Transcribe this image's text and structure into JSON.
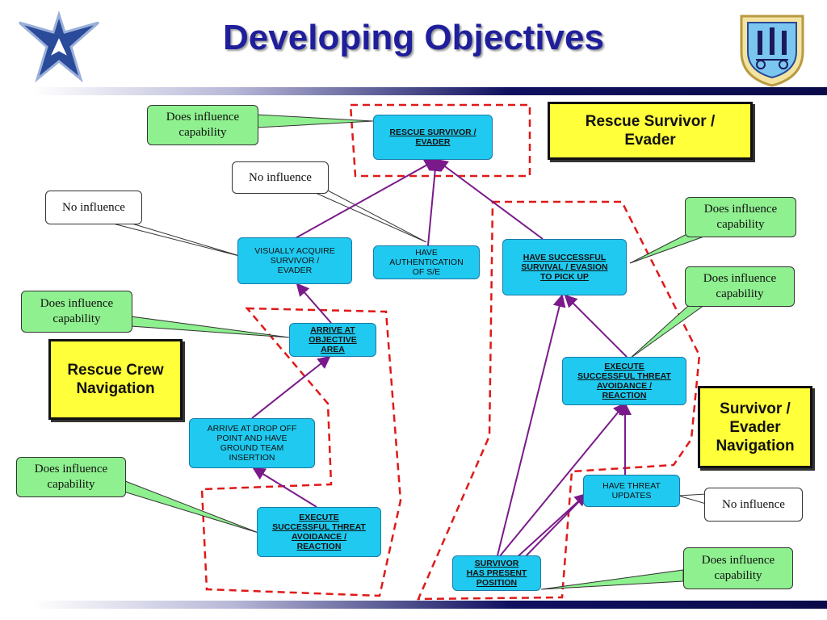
{
  "slide": {
    "title": "Developing Objectives"
  },
  "nodes": {
    "rescue": "RESCUE SURVIVOR /\nEVADER",
    "visually": "VISUALLY ACQUIRE\nSURVIVOR /\nEVADER",
    "auth": "HAVE\nAUTHENTICATION\nOF S/E",
    "survival": "HAVE SUCCESSFUL\nSURVIVAL / EVASION\nTO PICK UP",
    "arrive_obj": "ARRIVE AT\nOBJECTIVE\nAREA",
    "drop_off": "ARRIVE AT DROP OFF\nPOINT AND HAVE\nGROUND TEAM\nINSERTION",
    "execute_left": "EXECUTE\nSUCCESSFUL THREAT\nAVOIDANCE /\nREACTION",
    "execute_right": "EXECUTE\nSUCCESSFUL THREAT\nAVOIDANCE /\nREACTION",
    "threat_updates": "HAVE THREAT\nUPDATES",
    "survivor_pos": "SURVIVOR\nHAS PRESENT\nPOSITION"
  },
  "callouts": {
    "c1": "Does influence\ncapability",
    "c2": "No influence",
    "c3": "No influence",
    "c4": "Does influence\ncapability",
    "c5": "Does influence\ncapability",
    "c6": "Does influence\ncapability",
    "c7": "Does influence\ncapability",
    "c8": "No influence",
    "c9": "Does influence\ncapability"
  },
  "labels": {
    "rescue_box": "Rescue Survivor /\nEvader",
    "crew_box": "Rescue Crew\nNavigation",
    "survivor_box": "Survivor /\nEvader\nNavigation"
  },
  "colors": {
    "node": "#1fc9ef",
    "callout_green": "#8ff08f",
    "label_yellow": "#ffff3a",
    "arrow": "#7a1a8a",
    "dash": "#e01818",
    "title": "#1f1f9c"
  }
}
